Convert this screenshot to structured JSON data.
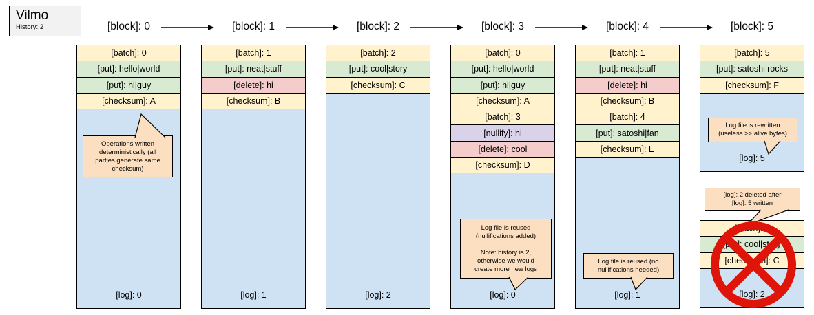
{
  "legend": {
    "title": "Vilmo",
    "history": "History: 2"
  },
  "palette": {
    "batch": "#FFF2CC",
    "put": "#D9EAD3",
    "delete": "#F4CCCC",
    "nullify": "#D9D2E9",
    "checksum": "#FFF2CC",
    "log": "#CFE2F3",
    "note": "#FBDFC0",
    "legend_bg": "#F2F2F2",
    "border": "#000000",
    "cross": "#E0150A"
  },
  "blocks": [
    {
      "label": "[block]: 0",
      "rows": [
        {
          "kind": "batch",
          "text": "[batch]: 0"
        },
        {
          "kind": "put",
          "text": "[put]: hello|world"
        },
        {
          "kind": "put",
          "text": "[put]: hi|guy"
        },
        {
          "kind": "checksum",
          "text": "[checksum]: A"
        }
      ],
      "log": "[log]: 0"
    },
    {
      "label": "[block]: 1",
      "rows": [
        {
          "kind": "batch",
          "text": "[batch]: 1"
        },
        {
          "kind": "put",
          "text": "[put]: neat|stuff"
        },
        {
          "kind": "delete",
          "text": "[delete]: hi"
        },
        {
          "kind": "checksum",
          "text": "[checksum]: B"
        }
      ],
      "log": "[log]: 1"
    },
    {
      "label": "[block]: 2",
      "rows": [
        {
          "kind": "batch",
          "text": "[batch]: 2"
        },
        {
          "kind": "put",
          "text": "[put]: cool|story"
        },
        {
          "kind": "checksum",
          "text": "[checksum]: C"
        }
      ],
      "log": "[log]: 2"
    },
    {
      "label": "[block]: 3",
      "rows": [
        {
          "kind": "batch",
          "text": "[batch]: 0"
        },
        {
          "kind": "put",
          "text": "[put]: hello|world"
        },
        {
          "kind": "put",
          "text": "[put]: hi|guy"
        },
        {
          "kind": "checksum",
          "text": "[checksum]: A"
        },
        {
          "kind": "batch",
          "text": "[batch]: 3"
        },
        {
          "kind": "nullify",
          "text": "[nullify]: hi"
        },
        {
          "kind": "delete",
          "text": "[delete]: cool"
        },
        {
          "kind": "checksum",
          "text": "[checksum]: D"
        }
      ],
      "log": "[log]: 0"
    },
    {
      "label": "[block]: 4",
      "rows": [
        {
          "kind": "batch",
          "text": "[batch]: 1"
        },
        {
          "kind": "put",
          "text": "[put]: neat|stuff"
        },
        {
          "kind": "delete",
          "text": "[delete]: hi"
        },
        {
          "kind": "checksum",
          "text": "[checksum]: B"
        },
        {
          "kind": "batch",
          "text": "[batch]: 4"
        },
        {
          "kind": "put",
          "text": "[put]: satoshi|fan"
        },
        {
          "kind": "checksum",
          "text": "[checksum]: E"
        }
      ],
      "log": "[log]: 1"
    },
    {
      "label": "[block]: 5",
      "rows": [
        {
          "kind": "batch",
          "text": "[batch]: 5"
        },
        {
          "kind": "put",
          "text": "[put]: satoshi|rocks"
        },
        {
          "kind": "checksum",
          "text": "[checksum]: F"
        }
      ],
      "log": "[log]: 5"
    }
  ],
  "deleted_stack": {
    "rows": [
      {
        "kind": "batch",
        "text": "[batch]: 2"
      },
      {
        "kind": "put",
        "text": "[put]: cool|story"
      },
      {
        "kind": "checksum",
        "text": "[checksum]: C"
      }
    ],
    "log": "[log]: 2"
  },
  "notes": [
    {
      "id": "deterministic-note",
      "text": "Operations written\ndeterministically (all\nparties generate same\nchecksum)"
    },
    {
      "id": "reused-nullifications-note",
      "text": "Log file is reused\n(nullifications added)\n\nNote: history is 2,\notherwise we would\ncreate more new logs"
    },
    {
      "id": "reused-no-nullifications-note",
      "text": "Log file is reused (no\nnullifications needed)"
    },
    {
      "id": "rewritten-note",
      "text": "Log file is rewritten\n(useless >> alive bytes)"
    },
    {
      "id": "log2-deleted-note",
      "text": "[log]: 2 deleted after\n[log]: 5 written"
    }
  ]
}
